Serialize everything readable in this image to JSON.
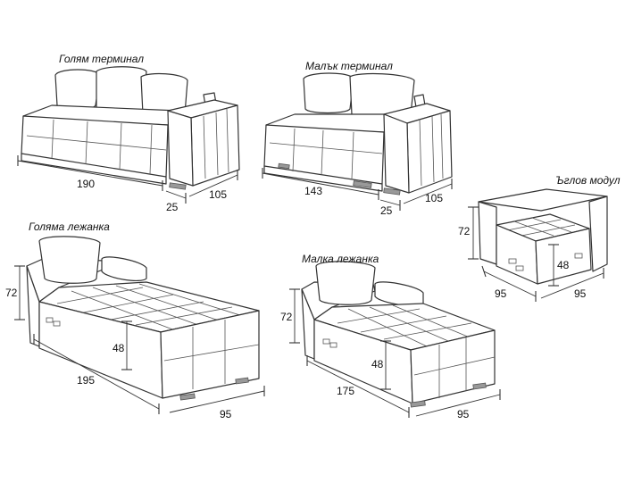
{
  "modules": {
    "large_terminal": {
      "label": "Голям терминал",
      "width": "190",
      "arm": "25",
      "depth": "105"
    },
    "small_terminal": {
      "label": "Малък терминал",
      "width": "143",
      "arm": "25",
      "depth": "105"
    },
    "corner_module": {
      "label": "Ъглов модул",
      "height": "72",
      "seat_height": "48",
      "width": "95",
      "depth": "95"
    },
    "large_chaise": {
      "label": "Голяма лежанка",
      "height": "72",
      "seat_height": "48",
      "length": "195",
      "width": "95"
    },
    "small_chaise": {
      "label": "Малка лежанка",
      "height": "72",
      "seat_height": "48",
      "length": "175",
      "width": "95"
    }
  }
}
